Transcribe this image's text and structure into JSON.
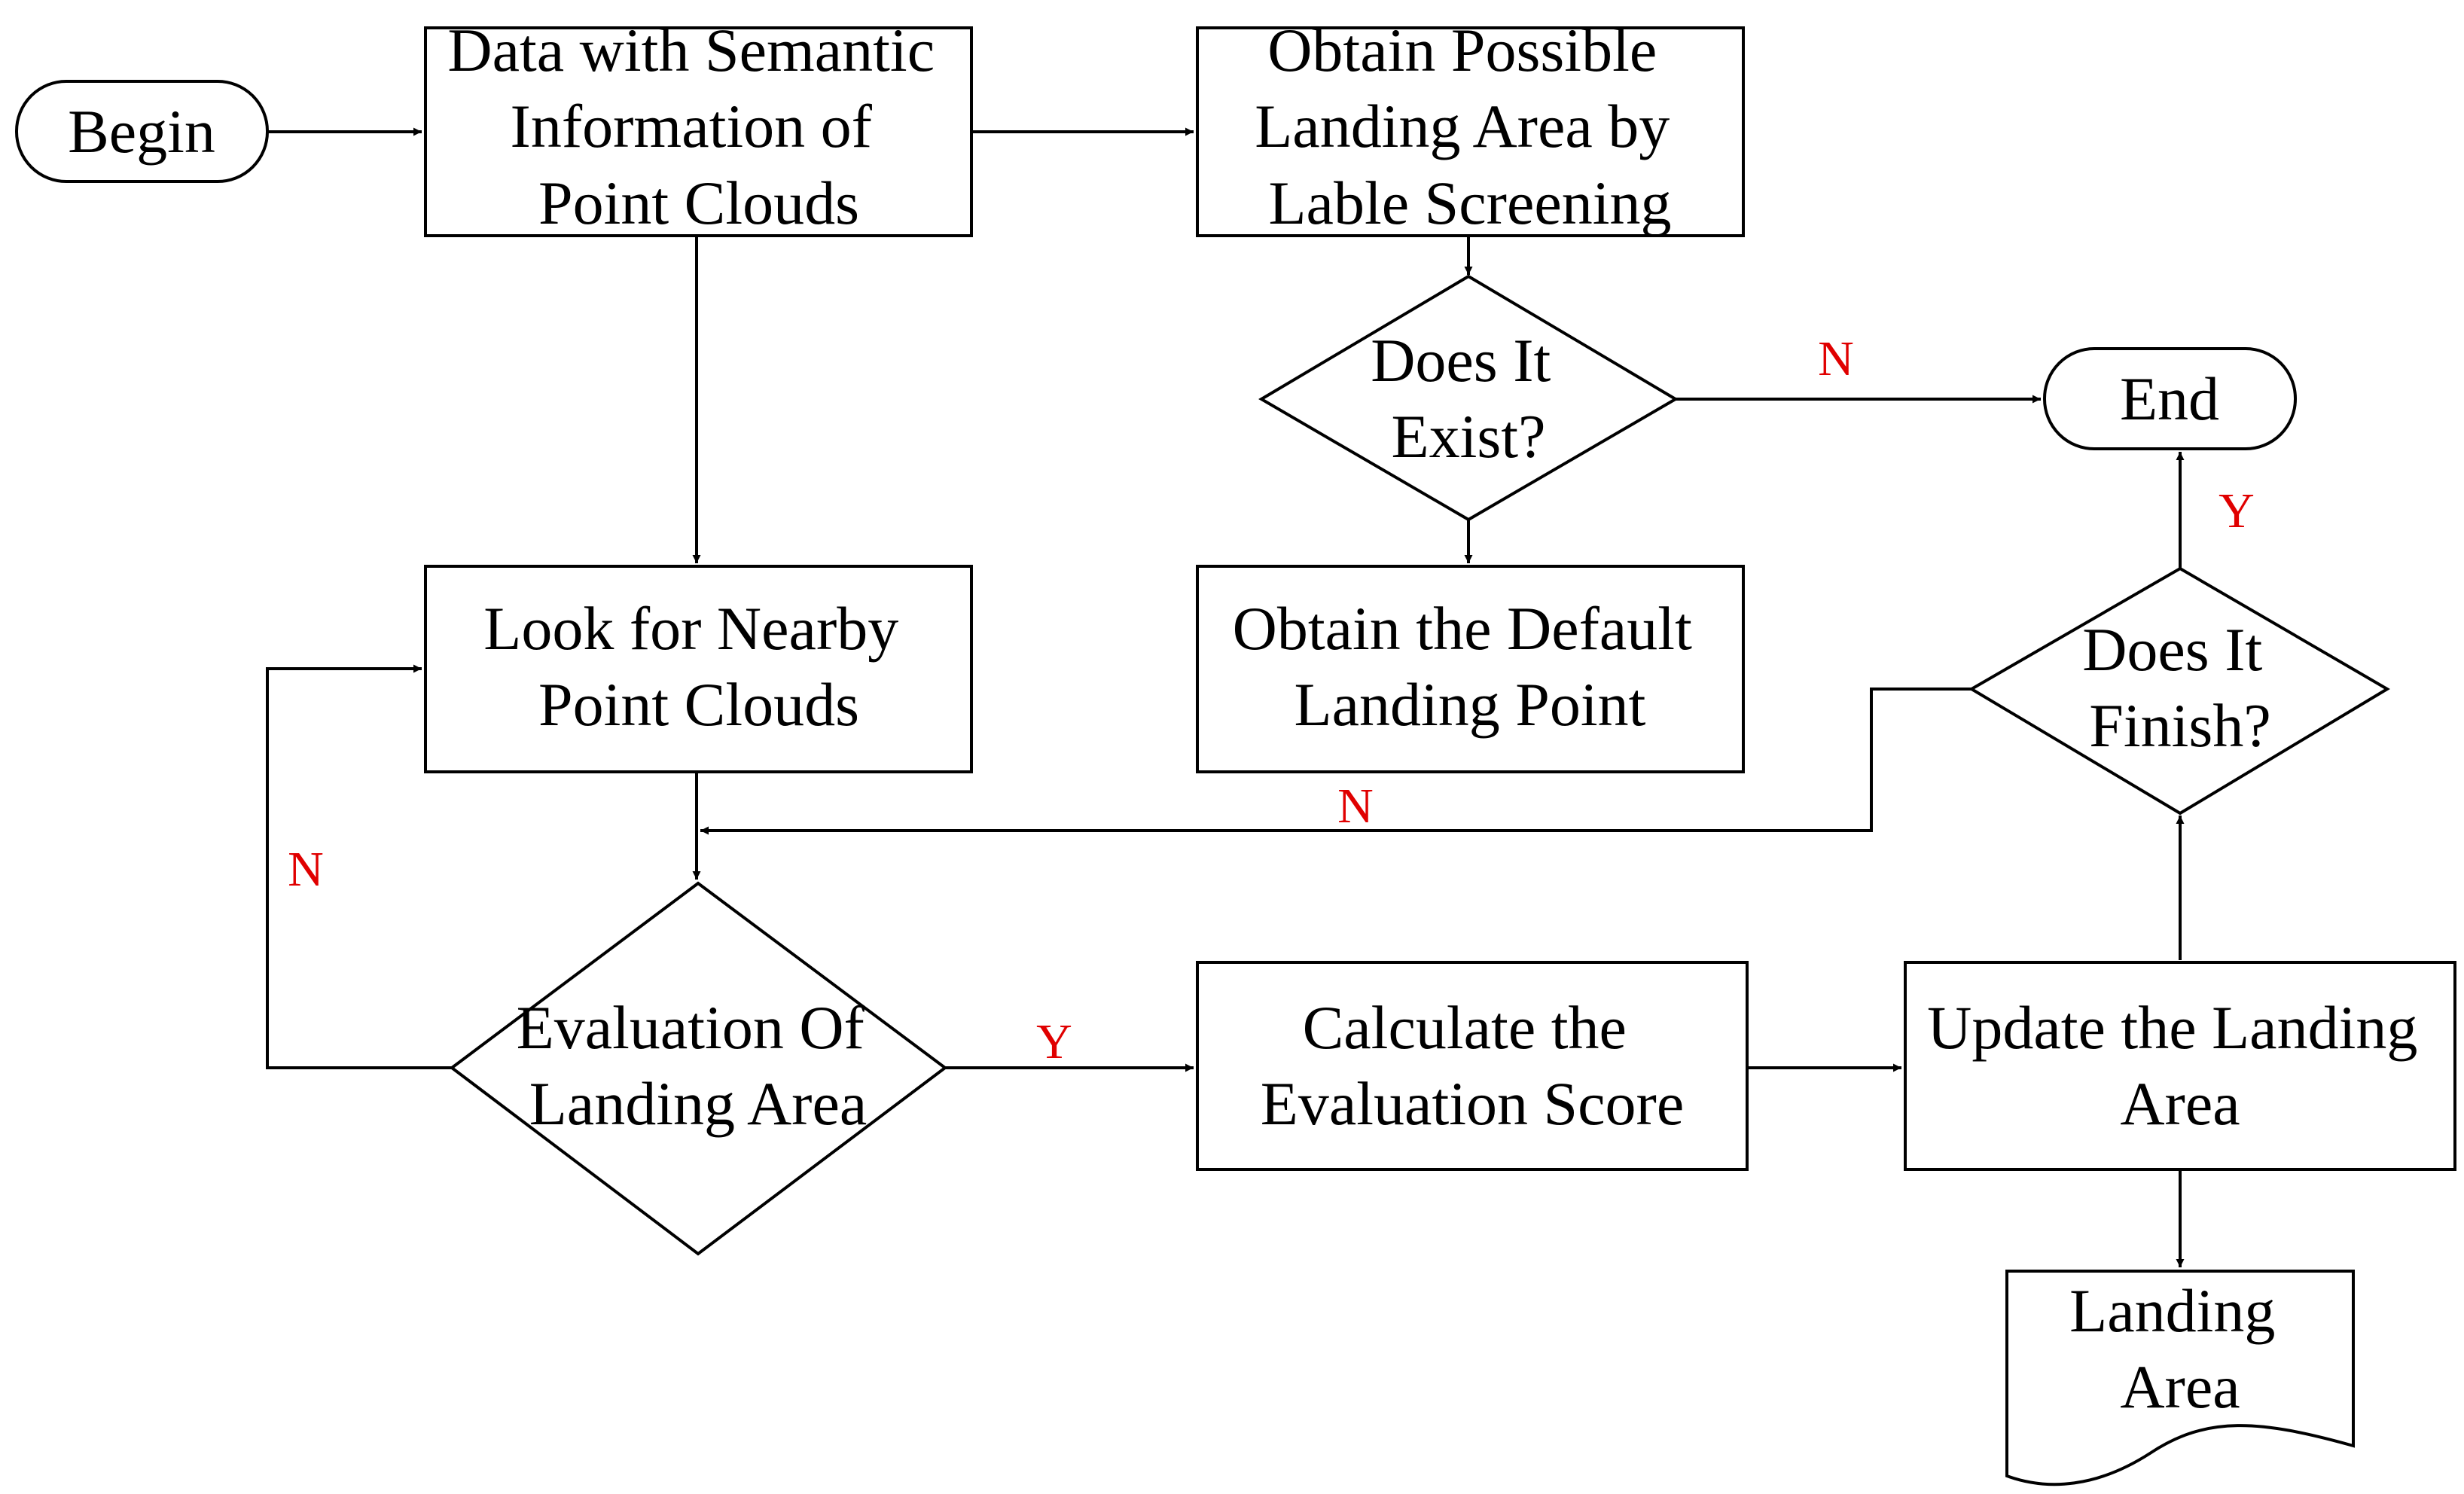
{
  "colors": {
    "line": "#000000",
    "branch_label": "#e00000",
    "background": "#ffffff"
  },
  "nodes": {
    "begin": {
      "lines": [
        "Begin"
      ]
    },
    "data": {
      "lines": [
        "Data with Semantic",
        "Information of",
        "Point Clouds"
      ]
    },
    "obtain_area": {
      "lines": [
        "Obtain Possible",
        "Landing Area by",
        "Lable Screening"
      ]
    },
    "exist": {
      "lines": [
        "Does It",
        "Exist?"
      ]
    },
    "end": {
      "lines": [
        "End"
      ]
    },
    "nearby": {
      "lines": [
        "Look for Nearby",
        "Point Clouds"
      ]
    },
    "default": {
      "lines": [
        "Obtain the Default",
        "Landing Point"
      ]
    },
    "finish": {
      "lines": [
        "Does It",
        "Finish?"
      ]
    },
    "evaluation": {
      "lines": [
        "Evaluation Of",
        "Landing Area"
      ]
    },
    "score": {
      "lines": [
        "Calculate the",
        "Evaluation Score"
      ]
    },
    "update": {
      "lines": [
        "Update the Landing",
        "Area"
      ]
    },
    "output": {
      "lines": [
        "Landing",
        "Area"
      ]
    }
  },
  "edge_labels": {
    "exist_no": "N",
    "finish_yes": "Y",
    "finish_no": "N",
    "eval_no": "N",
    "eval_yes": "Y"
  }
}
